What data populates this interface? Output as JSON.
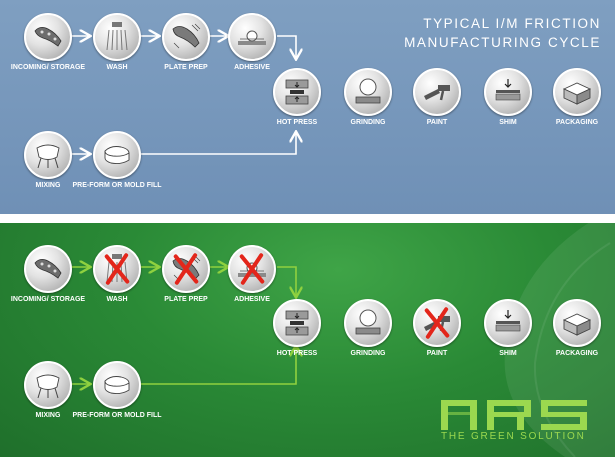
{
  "title": {
    "line1": "TYPICAL I/M FRICTION",
    "line2": "MANUFACTURING CYCLE"
  },
  "typical_cycle": {
    "steps": [
      {
        "label": "INCOMING/ STORAGE",
        "icon": "brake-pad-icon"
      },
      {
        "label": "WASH",
        "icon": "shower-spray-icon"
      },
      {
        "label": "PLATE PREP",
        "icon": "plate-prep-icon"
      },
      {
        "label": "ADHESIVE",
        "icon": "adhesive-roller-icon"
      },
      {
        "label": "HOT PRESS",
        "icon": "hot-press-icon"
      },
      {
        "label": "GRINDING",
        "icon": "grinding-wheel-icon"
      },
      {
        "label": "PAINT",
        "icon": "spray-gun-icon"
      },
      {
        "label": "SHIM",
        "icon": "shim-press-icon"
      },
      {
        "label": "PACKAGING",
        "icon": "box-icon"
      },
      {
        "label": "MIXING",
        "icon": "mixer-icon"
      },
      {
        "label": "PRE-FORM OR MOLD FILL",
        "icon": "preform-icon"
      }
    ]
  },
  "nrs_cycle": {
    "steps": [
      {
        "label": "INCOMING/ STORAGE",
        "eliminated": false
      },
      {
        "label": "WASH",
        "eliminated": true
      },
      {
        "label": "PLATE PREP",
        "eliminated": true
      },
      {
        "label": "ADHESIVE",
        "eliminated": true
      },
      {
        "label": "HOT PRESS",
        "eliminated": false
      },
      {
        "label": "GRINDING",
        "eliminated": false
      },
      {
        "label": "PAINT",
        "eliminated": true
      },
      {
        "label": "SHIM",
        "eliminated": false
      },
      {
        "label": "PACKAGING",
        "eliminated": false
      },
      {
        "label": "MIXING",
        "eliminated": false
      },
      {
        "label": "PRE-FORM OR MOLD FILL",
        "eliminated": false
      }
    ]
  },
  "brand": {
    "logo": "NRS",
    "tagline": "THE GREEN SOLUTION"
  },
  "colors": {
    "top_background": "#7596ba",
    "bottom_background": "#2a8a36",
    "top_arrow": "#ffffff",
    "bottom_arrow": "#8fd13f",
    "cross": "#e3261b",
    "logo": "#9bd84f"
  }
}
